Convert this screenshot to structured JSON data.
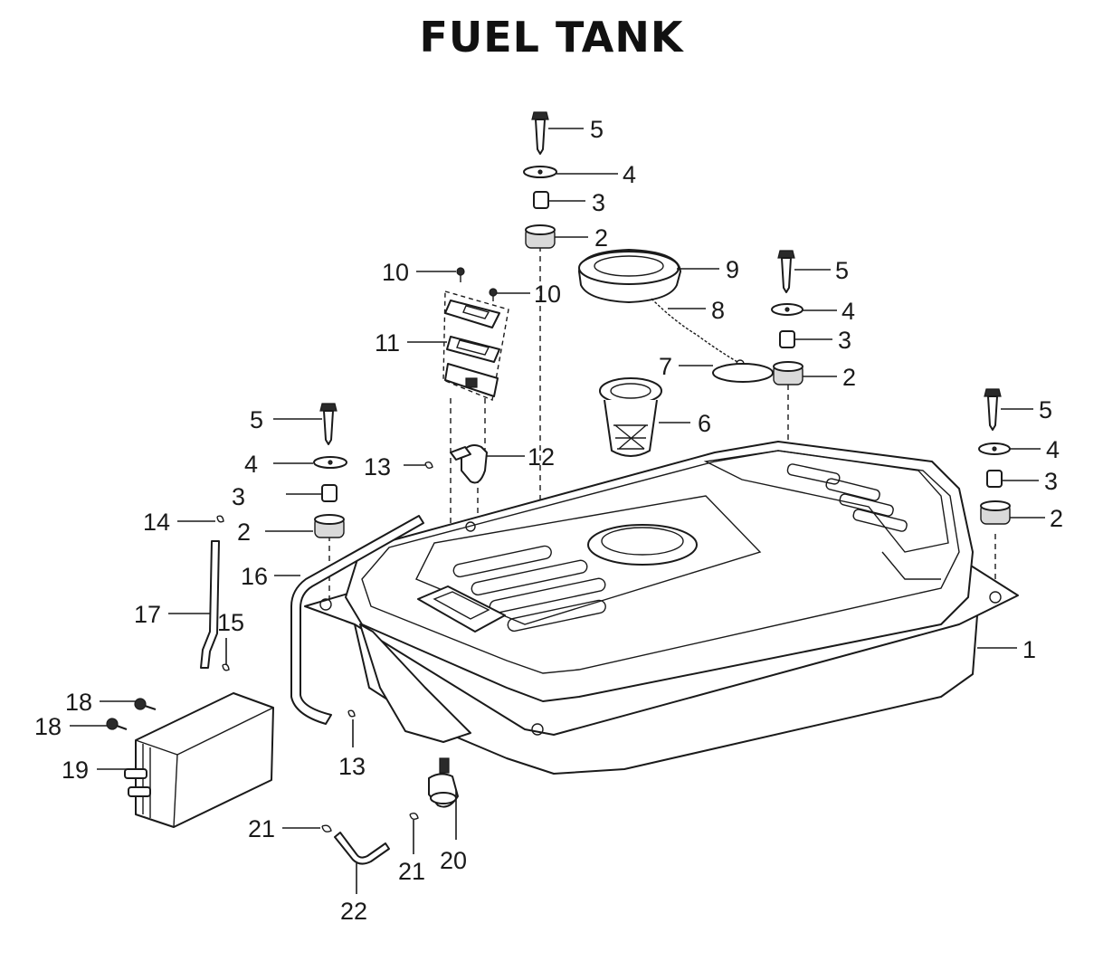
{
  "title": "FUEL TANK",
  "callouts": [
    {
      "id": "c5a",
      "label": "5"
    },
    {
      "id": "c4a",
      "label": "4"
    },
    {
      "id": "c3a",
      "label": "3"
    },
    {
      "id": "c2a",
      "label": "2"
    },
    {
      "id": "c10a",
      "label": "10"
    },
    {
      "id": "c10b",
      "label": "10"
    },
    {
      "id": "c9",
      "label": "9"
    },
    {
      "id": "c8",
      "label": "8"
    },
    {
      "id": "c5b",
      "label": "5"
    },
    {
      "id": "c4b",
      "label": "4"
    },
    {
      "id": "c3b",
      "label": "3"
    },
    {
      "id": "c7",
      "label": "7"
    },
    {
      "id": "c2b",
      "label": "2"
    },
    {
      "id": "c11",
      "label": "11"
    },
    {
      "id": "c6",
      "label": "6"
    },
    {
      "id": "c5c",
      "label": "5"
    },
    {
      "id": "c4c",
      "label": "4"
    },
    {
      "id": "c3c",
      "label": "3"
    },
    {
      "id": "c2c",
      "label": "2"
    },
    {
      "id": "c5d",
      "label": "5"
    },
    {
      "id": "c4d",
      "label": "4"
    },
    {
      "id": "c3d",
      "label": "3"
    },
    {
      "id": "c2d",
      "label": "2"
    },
    {
      "id": "c13a",
      "label": "13"
    },
    {
      "id": "c12",
      "label": "12"
    },
    {
      "id": "c14",
      "label": "14"
    },
    {
      "id": "c16",
      "label": "16"
    },
    {
      "id": "c17",
      "label": "17"
    },
    {
      "id": "c15",
      "label": "15"
    },
    {
      "id": "c1",
      "label": "1"
    },
    {
      "id": "c18a",
      "label": "18"
    },
    {
      "id": "c18b",
      "label": "18"
    },
    {
      "id": "c19",
      "label": "19"
    },
    {
      "id": "c13b",
      "label": "13"
    },
    {
      "id": "c21a",
      "label": "21"
    },
    {
      "id": "c21b",
      "label": "21"
    },
    {
      "id": "c20",
      "label": "20"
    },
    {
      "id": "c22",
      "label": "22"
    }
  ]
}
